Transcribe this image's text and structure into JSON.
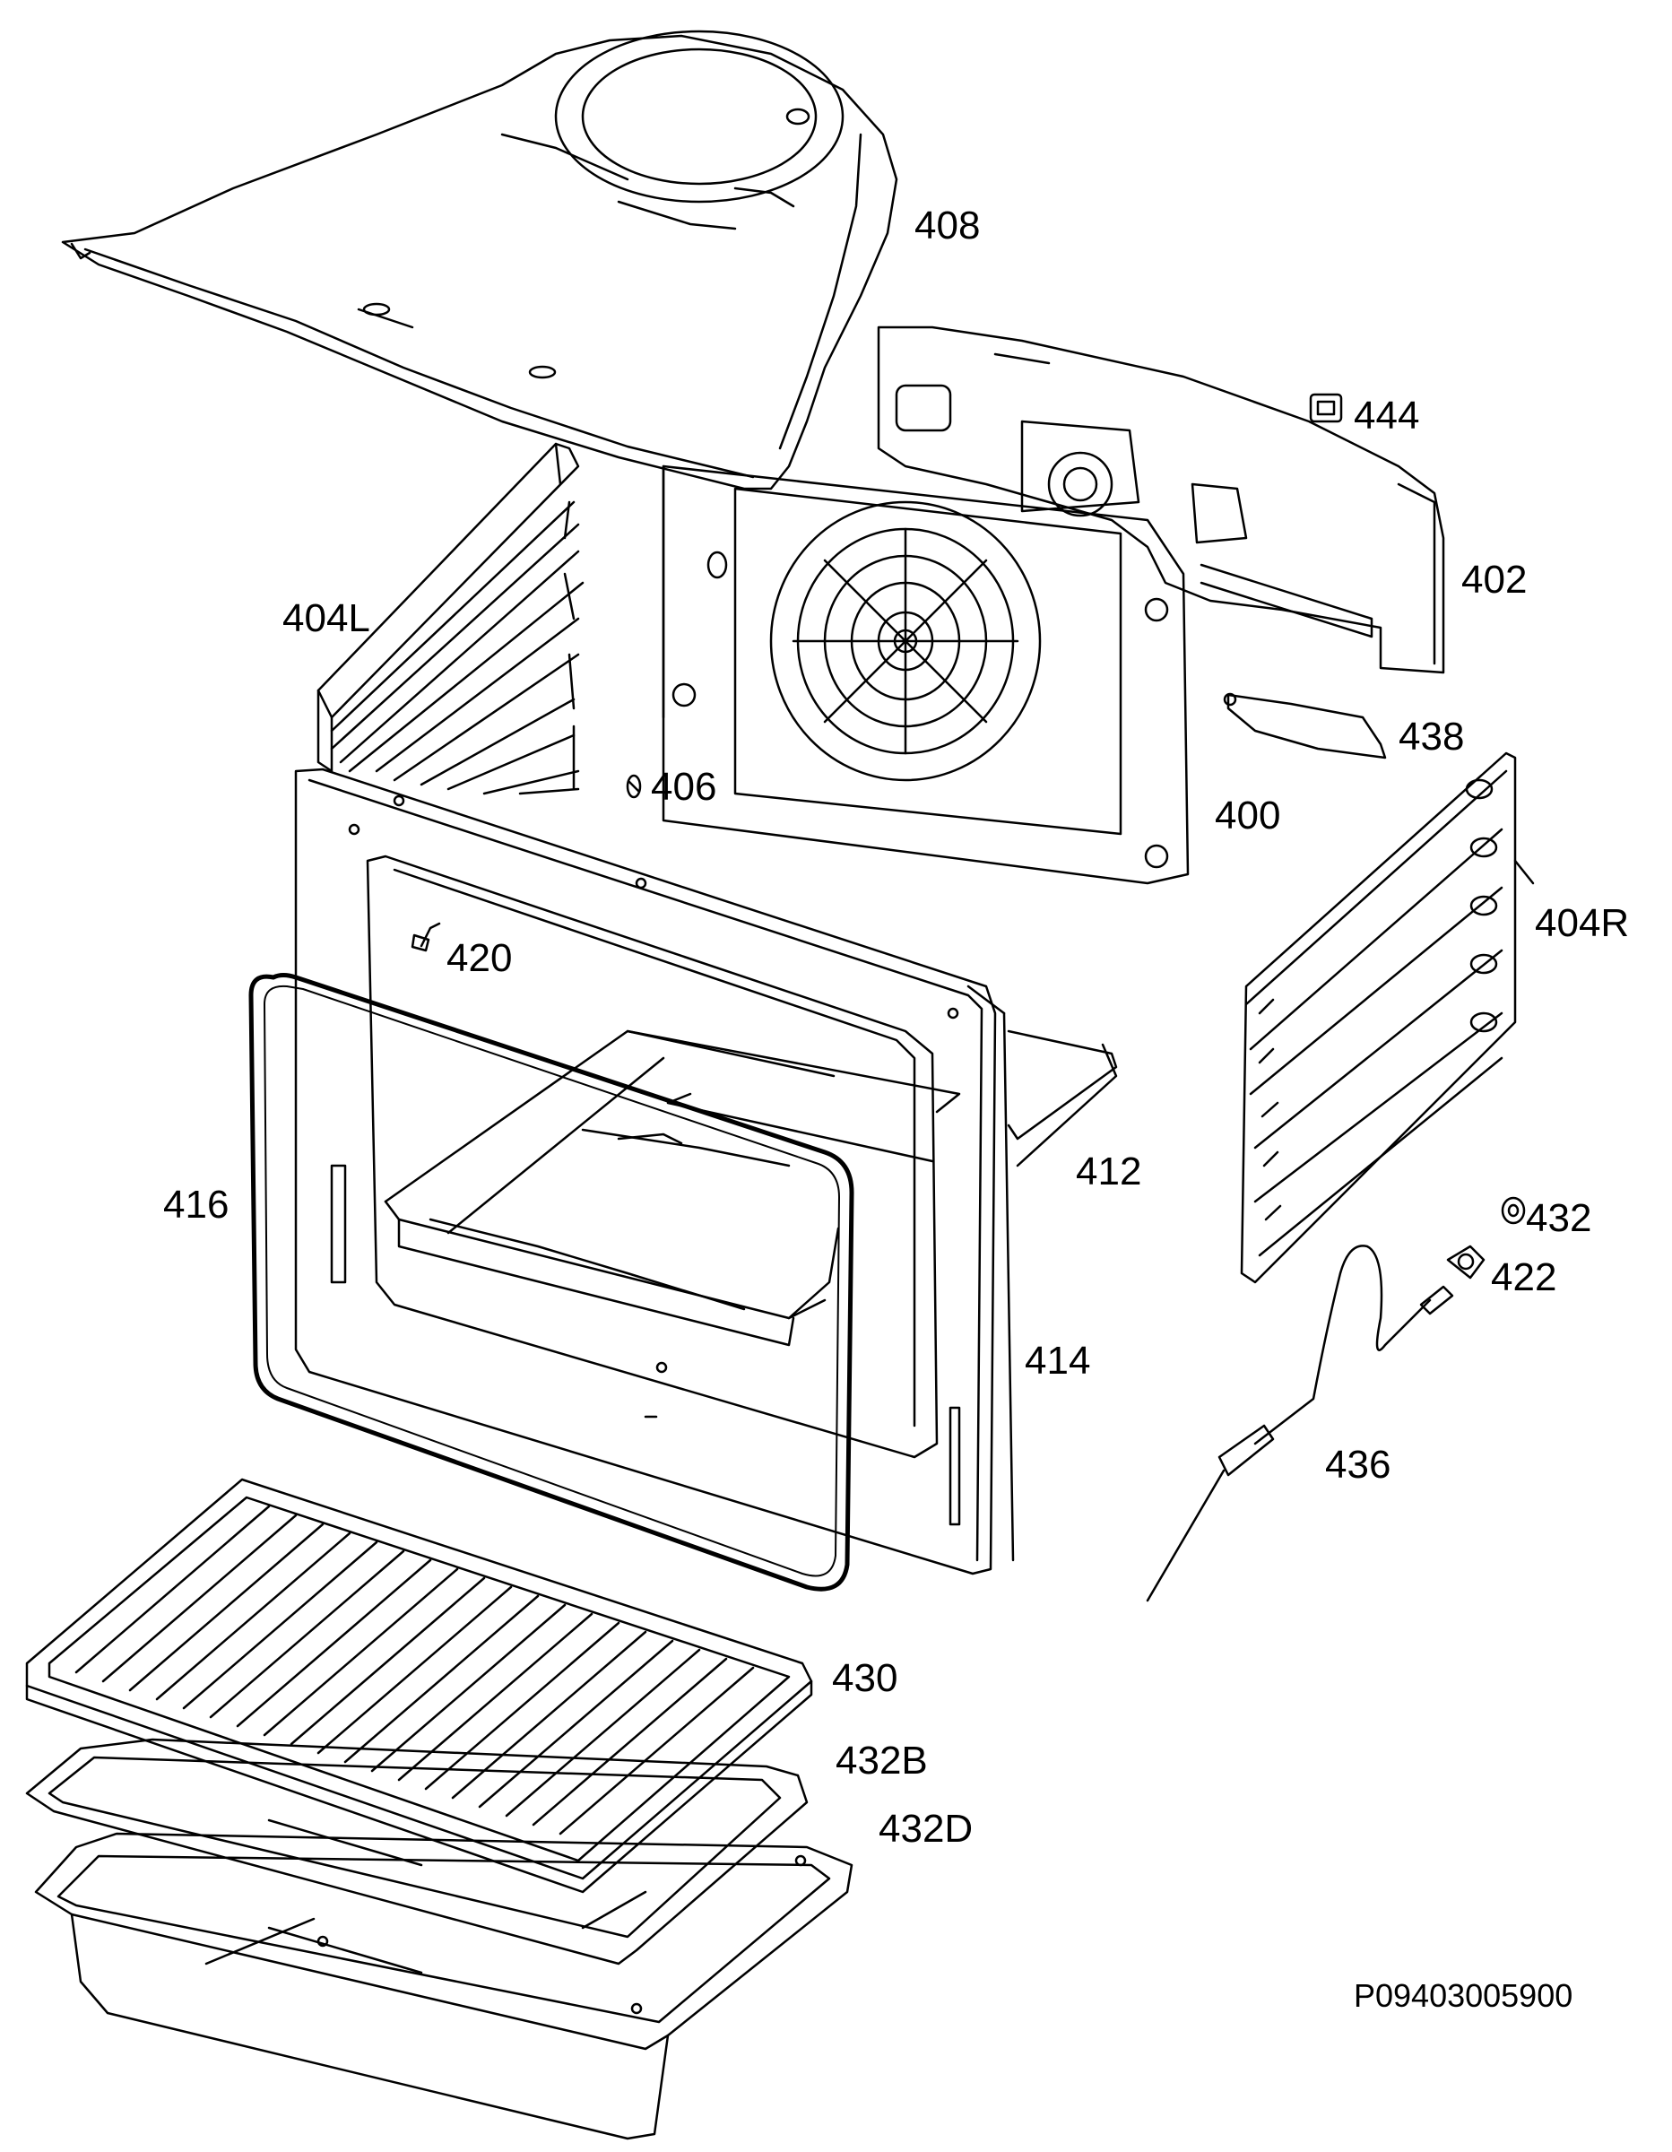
{
  "diagram": {
    "type": "exploded-parts-view",
    "drawing_code": "P09403005900",
    "line_color": "#000000",
    "background_color": "#ffffff",
    "parts": [
      {
        "id": "p408",
        "label": "408"
      },
      {
        "id": "p444",
        "label": "444"
      },
      {
        "id": "p402",
        "label": "402"
      },
      {
        "id": "p404L",
        "label": "404L"
      },
      {
        "id": "p438",
        "label": "438"
      },
      {
        "id": "p406",
        "label": "406"
      },
      {
        "id": "p400",
        "label": "400"
      },
      {
        "id": "p420",
        "label": "420"
      },
      {
        "id": "p404R",
        "label": "404R"
      },
      {
        "id": "p412",
        "label": "412"
      },
      {
        "id": "p416",
        "label": "416"
      },
      {
        "id": "p432",
        "label": "432"
      },
      {
        "id": "p422",
        "label": "422"
      },
      {
        "id": "p414",
        "label": "414"
      },
      {
        "id": "p436",
        "label": "436"
      },
      {
        "id": "p430",
        "label": "430"
      },
      {
        "id": "p432B",
        "label": "432B"
      },
      {
        "id": "p432D",
        "label": "432D"
      }
    ]
  }
}
